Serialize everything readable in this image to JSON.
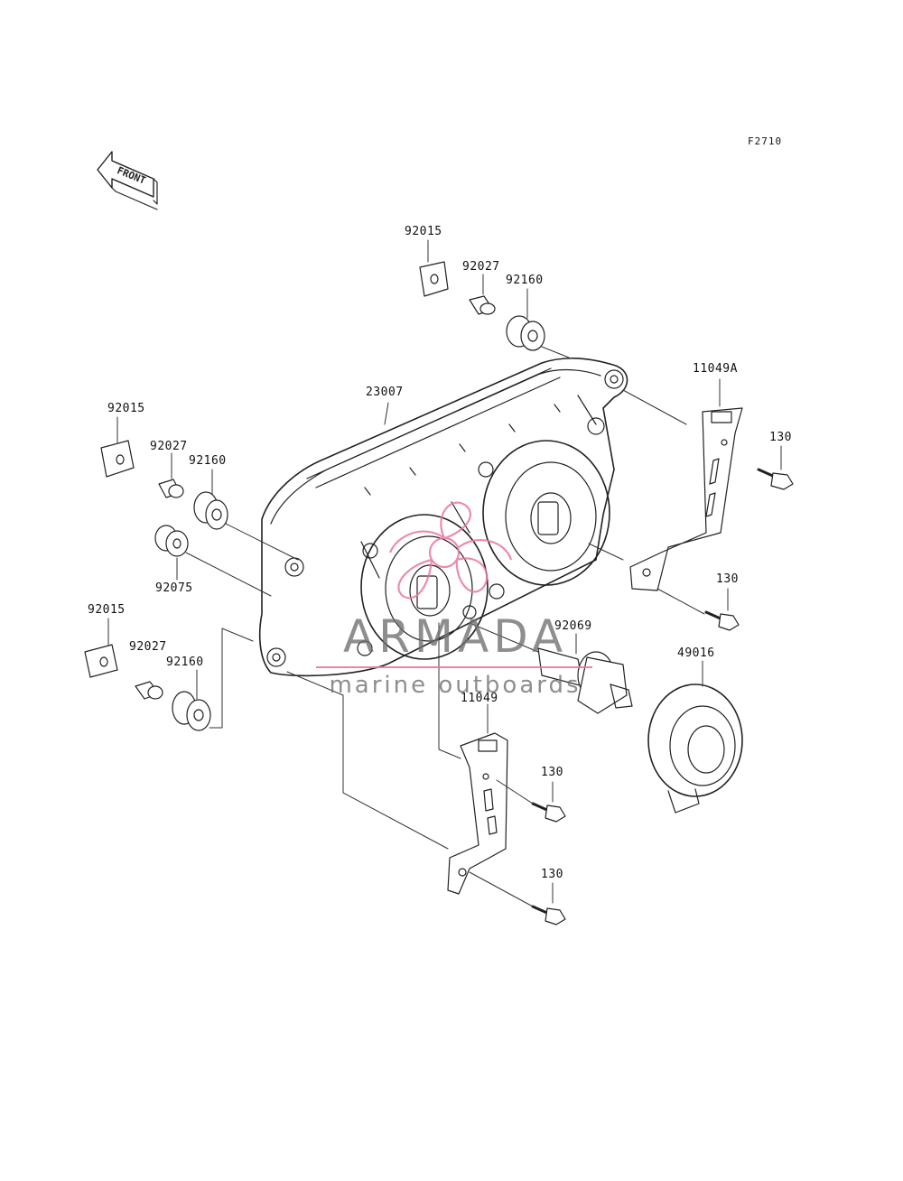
{
  "diagram": {
    "reference_code": "F2710",
    "direction_label": "FRONT",
    "watermark": {
      "title": "ARMADA",
      "subtitle": "marine outboards",
      "accent_color": "#e778a0",
      "text_color": "#6e6e6e"
    },
    "part_labels": [
      {
        "id": "label-92015-top",
        "text": "92015"
      },
      {
        "id": "label-92027-top",
        "text": "92027"
      },
      {
        "id": "label-92160-top",
        "text": "92160"
      },
      {
        "id": "label-23007",
        "text": "23007"
      },
      {
        "id": "label-11049a",
        "text": "11049A"
      },
      {
        "id": "label-130-a",
        "text": "130"
      },
      {
        "id": "label-92015-mid",
        "text": "92015"
      },
      {
        "id": "label-92027-mid",
        "text": "92027"
      },
      {
        "id": "label-92160-mid",
        "text": "92160"
      },
      {
        "id": "label-92075",
        "text": "92075"
      },
      {
        "id": "label-130-b",
        "text": "130"
      },
      {
        "id": "label-92069",
        "text": "92069"
      },
      {
        "id": "label-49016",
        "text": "49016"
      },
      {
        "id": "label-92015-low",
        "text": "92015"
      },
      {
        "id": "label-92027-low",
        "text": "92027"
      },
      {
        "id": "label-92160-low",
        "text": "92160"
      },
      {
        "id": "label-11049",
        "text": "11049"
      },
      {
        "id": "label-130-c",
        "text": "130"
      },
      {
        "id": "label-130-d",
        "text": "130"
      }
    ]
  }
}
